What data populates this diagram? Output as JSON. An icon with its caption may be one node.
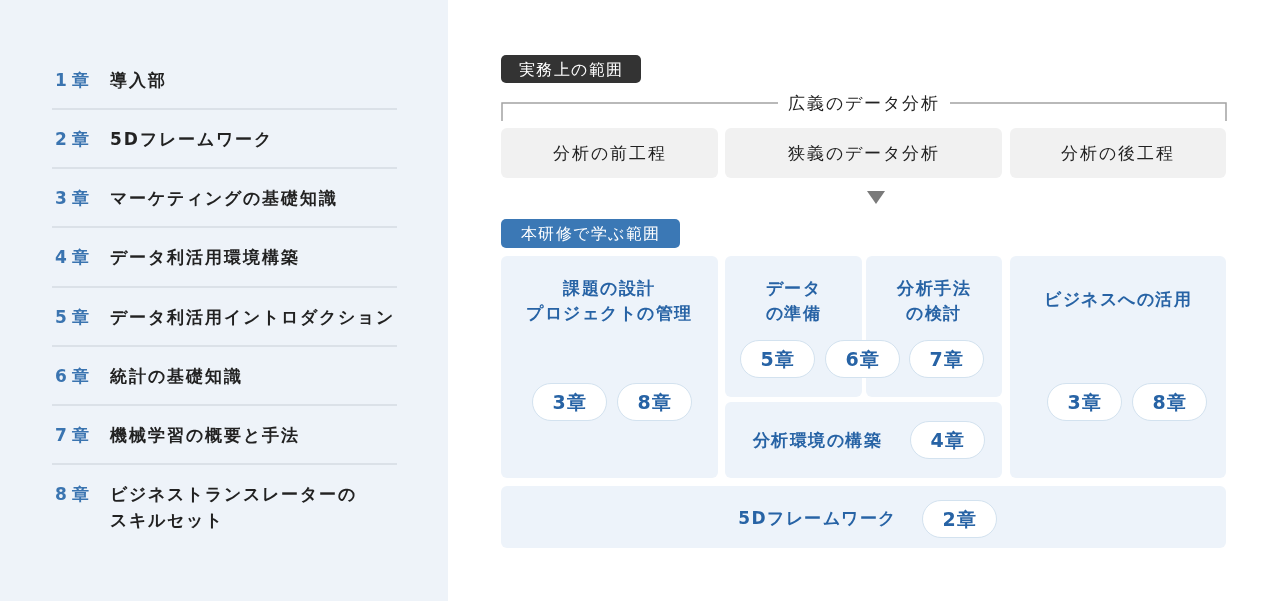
{
  "diagram": {
    "nodes": [
      {
        "text": [
          "実務上の範囲"
        ]
      },
      {
        "text": [
          "分析の前工程"
        ]
      },
      {
        "text": [
          "狭義のデータ分析"
        ]
      },
      {
        "text": [
          "分析の後工程"
        ]
      },
      {
        "text": [
          "本研修で学ぶ範囲"
        ]
      },
      {
        "text": [
          "課題の設計",
          "プロジェクトの管理"
        ]
      },
      {
        "text": [
          "3章"
        ],
        "in": 5
      },
      {
        "text": [
          "8章"
        ],
        "in": 5
      },
      {
        "text": [
          "データの準備"
        ]
      },
      {
        "text": [
          "分析手法の検討"
        ]
      },
      {
        "text": [
          "5章"
        ],
        "in": 8
      },
      {
        "text": [
          "6章"
        ]
      },
      {
        "text": [
          "7章"
        ],
        "in": 9
      },
      {
        "text": [
          "分析環境の構築"
        ]
      },
      {
        "text": [
          "4章"
        ],
        "in": 13
      },
      {
        "text": [
          "ビジネスへの活用"
        ]
      },
      {
        "text": [
          "3章"
        ],
        "in": 15
      },
      {
        "text": [
          "8章"
        ],
        "in": 15
      },
      {
        "text": [
          "5Dフレームワーク"
        ]
      },
      {
        "text": [
          "2章"
        ],
        "in": 18
      }
    ],
    "labels": [
      "1章",
      "導入部",
      "2章",
      "5Dフレームワーク",
      "3章",
      "マーケティングの基礎知識",
      "4章",
      "データ利活用環境構築",
      "5章",
      "データ利活用イントロダクション",
      "6章",
      "統計の基礎知識",
      "7章",
      "機械学習の概要と手法",
      "8章",
      "ビジネストランスレーターのスキルセット",
      "広義のデータ分析"
    ]
  }
}
